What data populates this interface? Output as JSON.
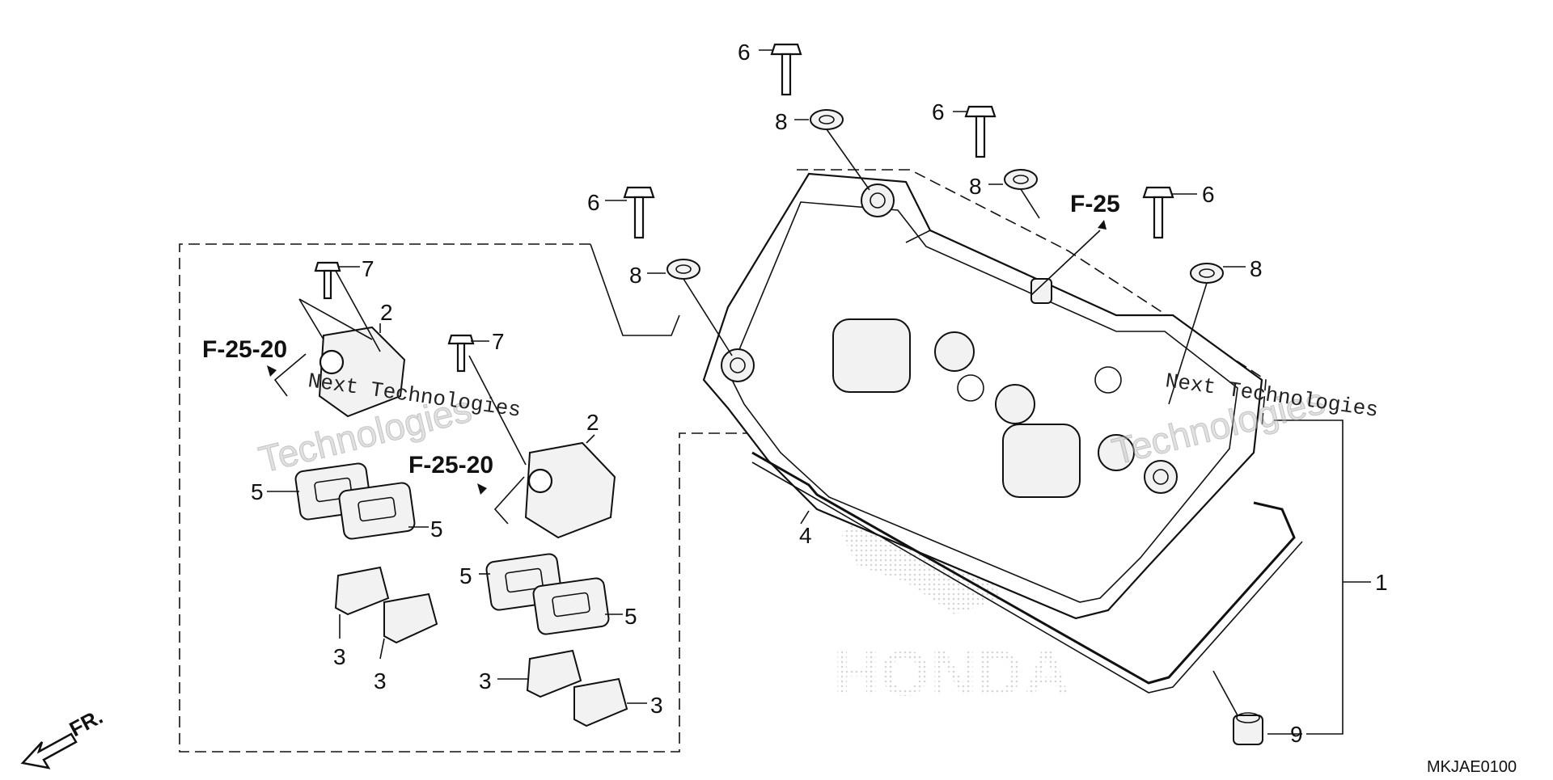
{
  "diagram": {
    "code": "MKJAE0100",
    "direction": "FR.",
    "refs": {
      "f25": "F-25",
      "f2520": "F-25-20"
    },
    "callouts": [
      "1",
      "2",
      "3",
      "4",
      "5",
      "6",
      "7",
      "8",
      "9"
    ],
    "watermark": {
      "brand": "Next Technologies",
      "word": "Technologies",
      "honda": "HONDA"
    }
  }
}
